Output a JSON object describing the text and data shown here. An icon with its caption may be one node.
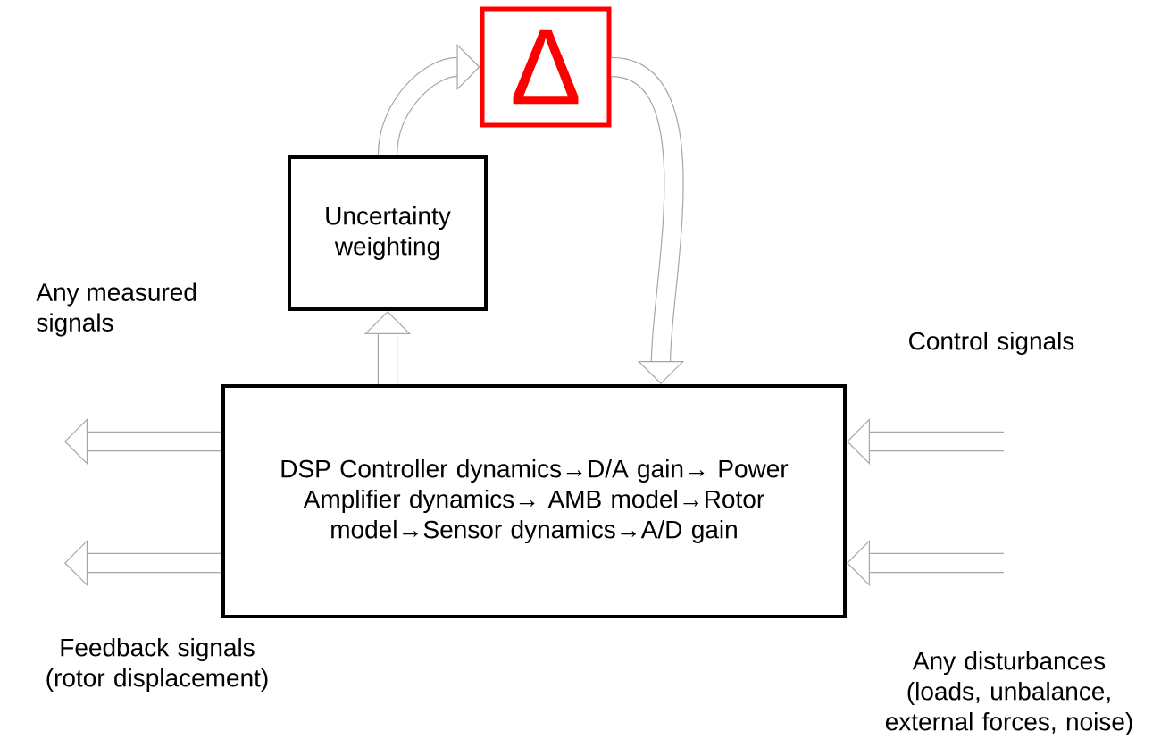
{
  "diagram": {
    "nodes": [
      {
        "text": [
          "Uncertainty weighting"
        ]
      },
      {
        "text": [
          "Δ"
        ]
      },
      {
        "text": [
          "DSP Controller dynamics→D/A gain→ Power Amplifier dynamics→ AMB model→Rotor model→Sensor dynamics→A/D gain"
        ]
      }
    ],
    "edges": [
      {
        "from": 2,
        "to": 0,
        "arrow": "to"
      },
      {
        "from": 0,
        "to": 1,
        "arrow": "to"
      },
      {
        "from": 1,
        "to": 2,
        "arrow": "to"
      },
      {
        "from": 2,
        "to": null,
        "arrow": "to"
      },
      {
        "from": 2,
        "to": null,
        "arrow": "to"
      },
      {
        "from": null,
        "to": 2,
        "arrow": "to"
      },
      {
        "from": null,
        "to": 2,
        "arrow": "to"
      }
    ],
    "labels": [
      "Any measured signals",
      "Control signals",
      "Feedback signals (rotor displacement)",
      "Any disturbances (loads, unbalance, external forces, noise)"
    ]
  }
}
